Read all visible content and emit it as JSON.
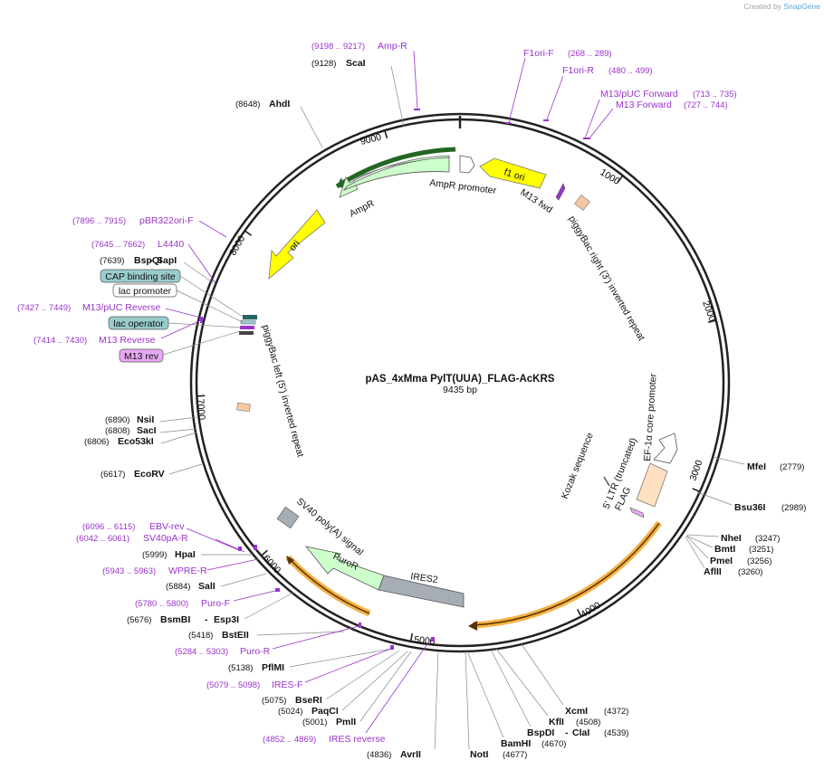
{
  "credit": {
    "prefix": "Created by",
    "brand": "SnapGene"
  },
  "plasmid": {
    "name": "pAS_4xMma PylT(UUA)_FLAG-AcKRS",
    "length": "9435 bp"
  },
  "ruler_ticks": [
    "1000",
    "2000",
    "3000",
    "4000",
    "5000",
    "6000",
    "7000",
    "8000",
    "9000"
  ],
  "enzymes": [
    {
      "name": "ScaI",
      "coord": "(9128)"
    },
    {
      "name": "AhdI",
      "coord": "(8648)"
    },
    {
      "name": "BspQI",
      "extra": "SapI",
      "coord": "(7639)"
    },
    {
      "name": "NsiI",
      "coord": "(6890)"
    },
    {
      "name": "SacI",
      "coord": "(6808)"
    },
    {
      "name": "Eco53kI",
      "coord": "(6806)"
    },
    {
      "name": "EcoRV",
      "coord": "(6617)"
    },
    {
      "name": "HpaI",
      "coord": "(5999)"
    },
    {
      "name": "SalI",
      "coord": "(5884)"
    },
    {
      "name": "BsmBI",
      "extra": "Esp3I",
      "coord": "(5676)"
    },
    {
      "name": "BstEII",
      "coord": "(5418)"
    },
    {
      "name": "PflMI",
      "coord": "(5138)"
    },
    {
      "name": "BseRI",
      "coord": "(5075)"
    },
    {
      "name": "PaqCI",
      "coord": "(5024)"
    },
    {
      "name": "PmlI",
      "coord": "(5001)"
    },
    {
      "name": "AvrII",
      "coord": "(4836)"
    },
    {
      "name": "NotI",
      "coord": "(4677)"
    },
    {
      "name": "BamHI",
      "coord": "(4670)"
    },
    {
      "name": "BspDI",
      "extra": "ClaI",
      "coord": "(4539)"
    },
    {
      "name": "KflI",
      "coord": "(4508)"
    },
    {
      "name": "XcmI",
      "coord": "(4372)"
    },
    {
      "name": "AflII",
      "coord": "(3260)"
    },
    {
      "name": "PmeI",
      "coord": "(3256)"
    },
    {
      "name": "BmtI",
      "coord": "(3251)"
    },
    {
      "name": "NheI",
      "coord": "(3247)"
    },
    {
      "name": "Bsu36I",
      "coord": "(2989)"
    },
    {
      "name": "MfeI",
      "coord": "(2779)"
    }
  ],
  "primers": [
    {
      "name": "Amp-R",
      "range": "(9198 .. 9217)"
    },
    {
      "name": "F1ori-F",
      "range": "(268 .. 289)"
    },
    {
      "name": "F1ori-R",
      "range": "(480 .. 499)"
    },
    {
      "name": "M13/pUC Forward",
      "range": "(713 .. 735)"
    },
    {
      "name": "M13 Forward",
      "range": "(727 .. 744)"
    },
    {
      "name": "pBR322ori-F",
      "range": "(7896 .. 7915)"
    },
    {
      "name": "L4440",
      "range": "(7645 .. 7662)"
    },
    {
      "name": "M13/pUC Reverse",
      "range": "(7427 .. 7449)"
    },
    {
      "name": "M13 Reverse",
      "range": "(7414 .. 7430)"
    },
    {
      "name": "EBV-rev",
      "range": "(6096 .. 6115)"
    },
    {
      "name": "SV40pA-R",
      "range": "(6042 .. 6061)"
    },
    {
      "name": "WPRE-R",
      "range": "(5943 .. 5963)"
    },
    {
      "name": "Puro-F",
      "range": "(5780 .. 5800)"
    },
    {
      "name": "Puro-R",
      "range": "(5284 .. 5303)"
    },
    {
      "name": "IRES-F",
      "range": "(5079 .. 5098)"
    },
    {
      "name": "IRES reverse",
      "range": "(4852 .. 4869)"
    }
  ],
  "boxed_features": [
    {
      "name": "CAP binding site"
    },
    {
      "name": "lac promoter"
    },
    {
      "name": "lac operator"
    },
    {
      "name": "M13 rev"
    }
  ],
  "features": {
    "f1_ori": "f1 ori",
    "m13_fwd": "M13 fwd",
    "ampr_promoter": "AmpR promoter",
    "ampr": "AmpR",
    "ori": "ori",
    "piggybac_right": "piggyBac right (3') inverted repeat",
    "piggybac_left": "piggyBac left (5') inverted repeat",
    "ef1a": "EF-1α core promoter",
    "ltr": "5' LTR (truncated)",
    "kozak": "Kozak sequence",
    "flag": "FLAG",
    "sv40": "SV40 poly(A) signal",
    "puror": "PuroR",
    "ires2": "IRES2"
  },
  "colors": {
    "primer": "#9933cc",
    "ampr_fill": "#ccffcc",
    "ori_fill": "#ffff00",
    "orf_orange": "#f5b041",
    "piggybac_fill": "#f4c7a0",
    "ires_fill": "#a6adb4",
    "cap_fill": "#99cccc",
    "m13rev_fill": "#e6a8f0"
  }
}
